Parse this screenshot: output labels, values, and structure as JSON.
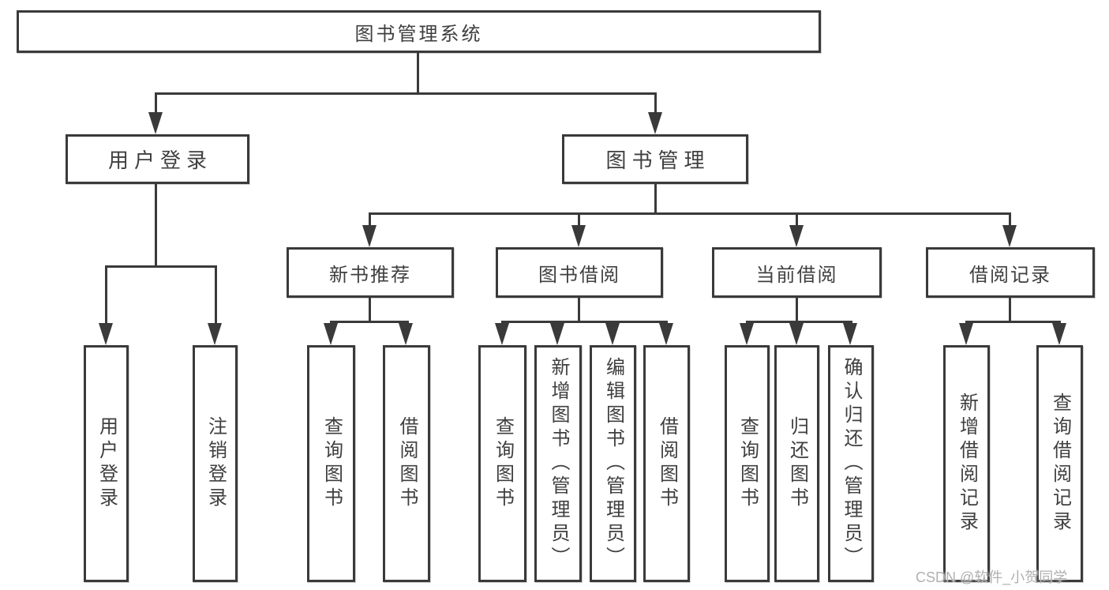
{
  "title": "图书管理系统",
  "watermark": "CSDN @软件_小贺同学",
  "colors": {
    "line": "#3a3a3a",
    "box_border": "#3a3a3a",
    "text": "#3f3f3f",
    "background": "#ffffff",
    "watermark": "#b0b0b0"
  },
  "tree": {
    "label": "图书管理系统",
    "children": [
      {
        "label": "用户登录",
        "children": [
          {
            "label": "用户登录"
          },
          {
            "label": "注销登录"
          }
        ]
      },
      {
        "label": "图书管理",
        "children": [
          {
            "label": "新书推荐",
            "children": [
              {
                "label": "查询图书"
              },
              {
                "label": "借阅图书"
              }
            ]
          },
          {
            "label": "图书借阅",
            "children": [
              {
                "label": "查询图书"
              },
              {
                "label": "新增图书（管理员）"
              },
              {
                "label": "编辑图书（管理员）"
              },
              {
                "label": "借阅图书"
              }
            ]
          },
          {
            "label": "当前借阅",
            "children": [
              {
                "label": "查询图书"
              },
              {
                "label": "归还图书"
              },
              {
                "label": "确认归还（管理员）"
              }
            ]
          },
          {
            "label": "借阅记录",
            "children": [
              {
                "label": "新增借阅记录"
              },
              {
                "label": "查询借阅记录"
              }
            ]
          }
        ]
      }
    ]
  }
}
